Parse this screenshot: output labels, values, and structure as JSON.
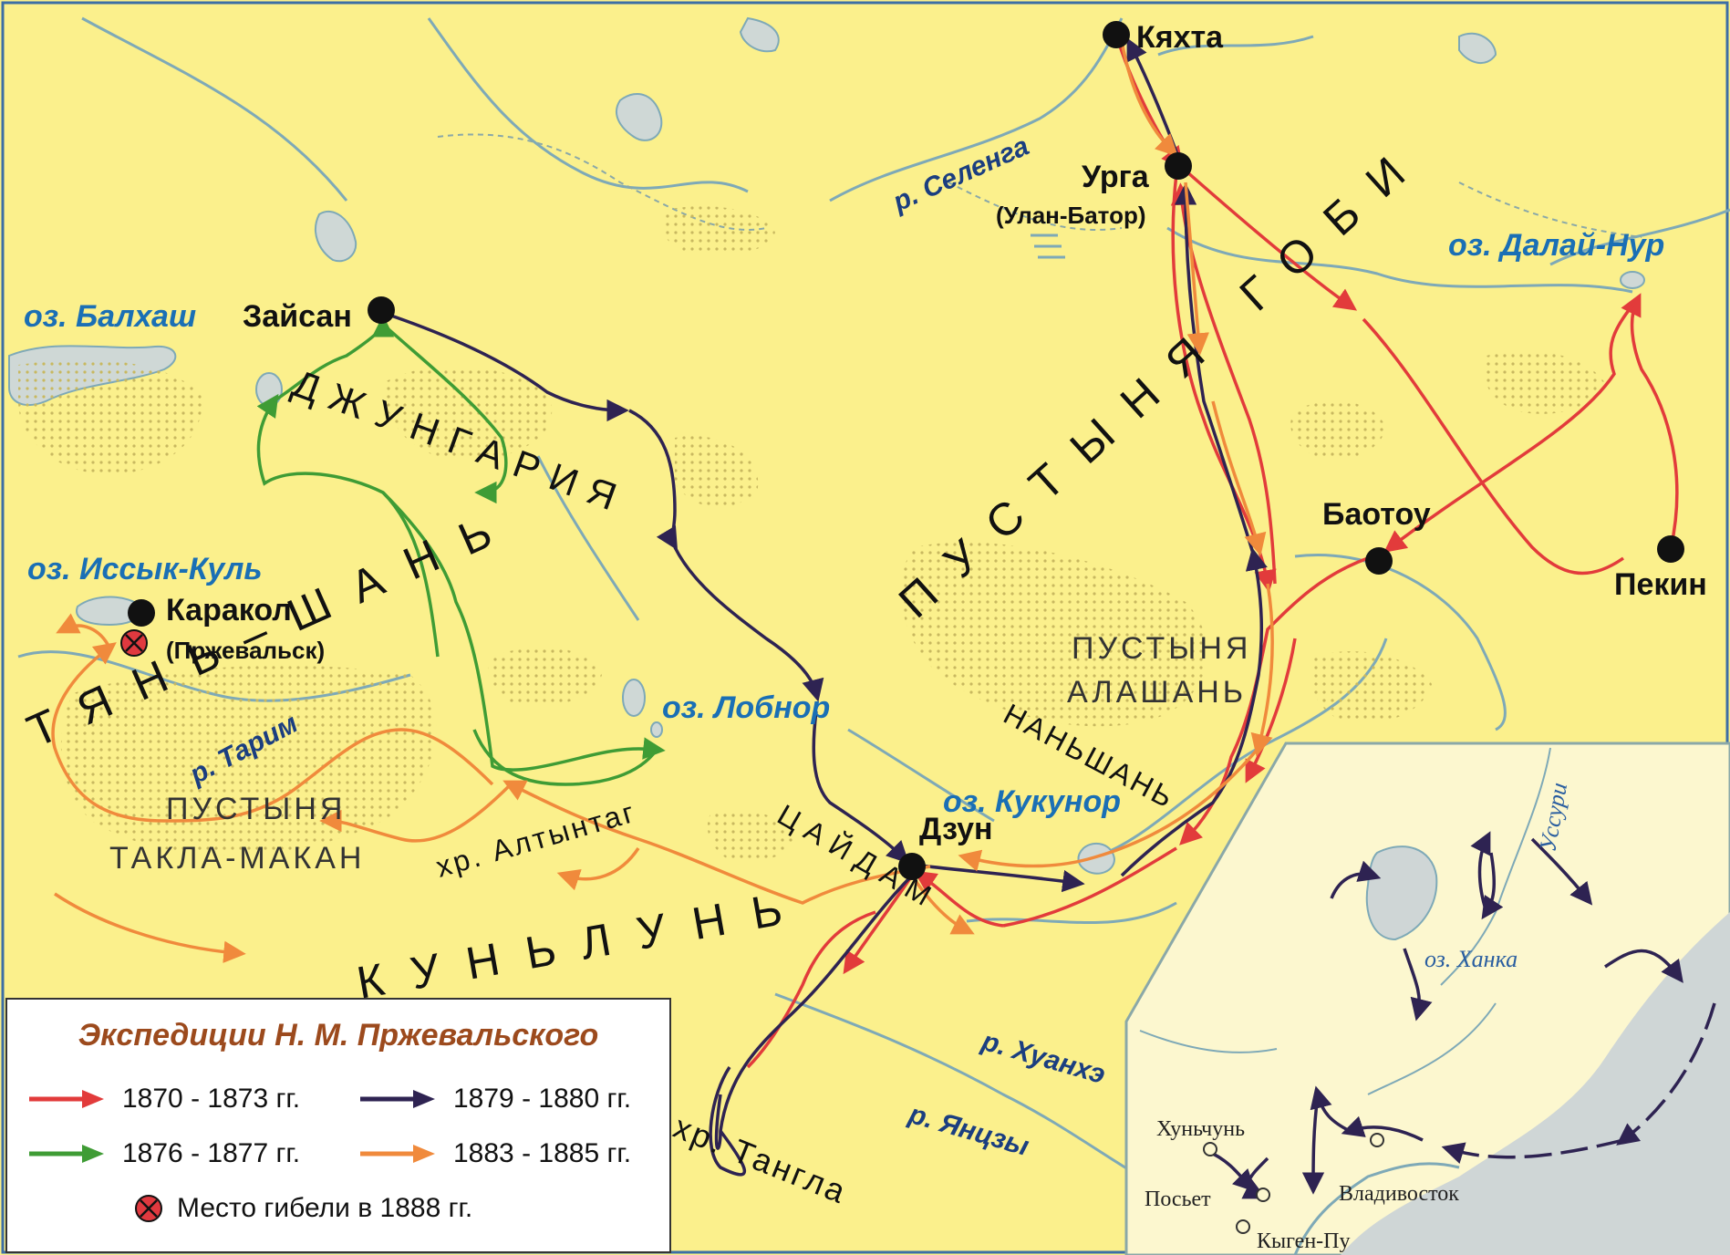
{
  "map": {
    "colors": {
      "land": "#fbf08c",
      "water": "#cfd8d6",
      "river": "#7ea9b7",
      "border": "#8aa8a8",
      "desert_dots": "#c8b860",
      "inset_land": "#fcf7cf",
      "inset_water": "#cfd6d6",
      "city": "#111111"
    },
    "cities": {
      "kyakhta": "Кяхта",
      "urga": "Урга",
      "urga_sub": "(Улан-Батор)",
      "zaisan": "Зайсан",
      "karakol": "Каракол",
      "karakol_sub": "(Пржевальск)",
      "baotou": "Баотоу",
      "peking": "Пекин",
      "dzun": "Дзун"
    },
    "lakes": {
      "balkhash": "оз. Балхаш",
      "issyk_kul": "оз. Иссык-Куль",
      "lobnor": "оз. Лобнор",
      "kukunor": "оз. Кукунор",
      "dalai_nur": "оз. Далай-Нур"
    },
    "rivers": {
      "selenga": "р. Селенга",
      "tarim": "р. Тарим",
      "huanghe": "р. Хуанхэ",
      "yangtze": "р. Янцзы"
    },
    "regions": {
      "dzungaria": "ДЖУНГАРИЯ",
      "tyan_shan": "ТЯНЬ–ШАНЬ",
      "gobi": "ПУСТЫНЯ ГОБИ",
      "nanshan": "НАНЬШАНЬ",
      "tsaidam": "ЦАЙДАМ",
      "kunlun": "КУНЬЛУНЬ",
      "taklamakan_1": "ПУСТЫНЯ",
      "taklamakan_2": "ТАКЛА-МАКАН",
      "alashan_1": "ПУСТЫНЯ",
      "alashan_2": "АЛАШАНЬ",
      "altyntag": "хр. Алтынтаг",
      "tangla": "хр. Тангла"
    },
    "inset": {
      "ussuri": "Уссури",
      "khanka": "оз. Ханка",
      "hunchun": "Хуньчунь",
      "posyet": "Посьет",
      "kygen_pu": "Кыген-Пу",
      "vladivostok": "Владивосток"
    }
  },
  "legend": {
    "title": "Экспедиции Н. М. Пржевальского",
    "items": [
      {
        "label": "1870 - 1873 гг.",
        "color": "#e23b3b"
      },
      {
        "label": "1879 - 1880 гг.",
        "color": "#2e2352"
      },
      {
        "label": "1876 - 1877 гг.",
        "color": "#3f9c35"
      },
      {
        "label": "1883 - 1885 гг.",
        "color": "#f08a3c"
      }
    ],
    "death_place": "Место гибели в 1888 гг.",
    "death_color": "#e0393f"
  }
}
